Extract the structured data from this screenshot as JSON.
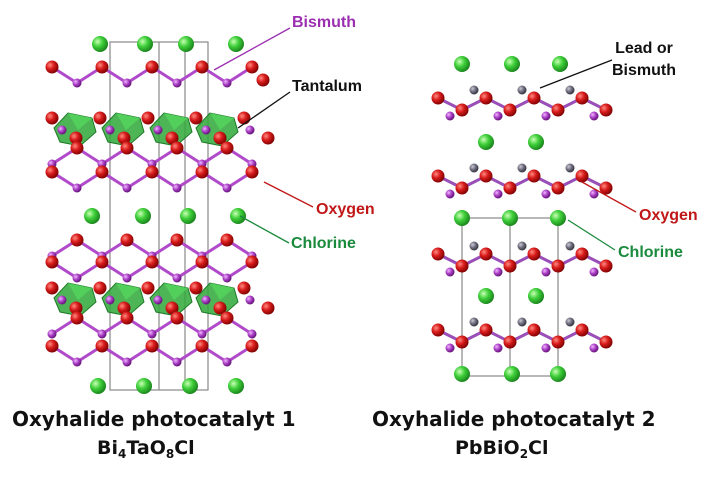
{
  "colors": {
    "bismuth": "#9b2fb0",
    "oxygen": "#cc1111",
    "chlorine": "#35c23a",
    "lead_or_bismuth": "#6e6e7a",
    "tantalum_polyhedron": "#2fa83a",
    "label_black": "#111111",
    "label_red": "#c01818",
    "label_green": "#1a8a3c",
    "cell_line": "#888888"
  },
  "labels": {
    "bismuth": "Bismuth",
    "tantalum": "Tantalum",
    "oxygen_left": "Oxygen",
    "chlorine_left": "Chlorine",
    "lead_or_bismuth": "Lead or\nBismuth",
    "oxygen_right": "Oxygen",
    "chlorine_right": "Chlorine"
  },
  "structure1": {
    "caption": "Oxyhalide photocatalyt 1",
    "formula": {
      "p1": "Bi",
      "s1": "4",
      "p2": "TaO",
      "s2": "8",
      "p3": "Cl"
    }
  },
  "structure2": {
    "caption": "Oxyhalide photocatalyt 2",
    "formula": {
      "p1": "PbBiO",
      "s1": "2",
      "p2": "Cl"
    }
  }
}
